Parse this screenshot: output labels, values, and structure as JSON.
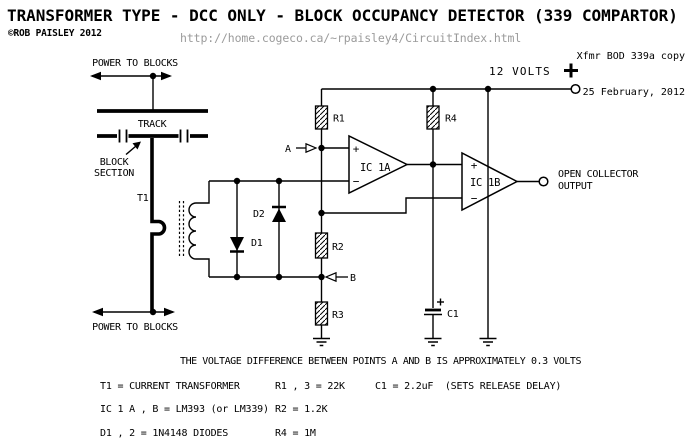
{
  "header": {
    "title": "TRANSFORMER TYPE - DCC ONLY - BLOCK OCCUPANCY DETECTOR (339 COMPARTOR)",
    "copyright": "©ROB PAISLEY 2012",
    "url": "http://home.cogeco.ca/~rpaisley4/CircuitIndex.html",
    "revision": "Xfmr BOD 339a copy",
    "date": "25 February, 2012"
  },
  "schematic": {
    "labels": {
      "power_top": "POWER TO BLOCKS",
      "power_bottom": "POWER TO BLOCKS",
      "track": "TRACK",
      "block_section_line1": "BLOCK",
      "block_section_line2": "SECTION",
      "t1": "T1",
      "d1": "D1",
      "d2": "D2",
      "r1": "R1",
      "r2": "R2",
      "r3": "R3",
      "r4": "R4",
      "c1": "C1",
      "point_a": "A",
      "point_b": "B",
      "supply": "12 VOLTS",
      "ic1a": "IC 1A",
      "ic1b": "IC 1B",
      "plus": "+",
      "minus": "−",
      "output_line1": "OPEN COLLECTOR",
      "output_line2": "OUTPUT"
    },
    "note": "THE VOLTAGE DIFFERENCE BETWEEN POINTS A AND B IS APPROXIMATELY 0.3 VOLTS"
  },
  "parts_list": {
    "col1": [
      "T1 = CURRENT TRANSFORMER",
      "IC 1 A , B = LM393 (or LM339)",
      "D1 , 2 = 1N4148 DIODES"
    ],
    "col2": [
      "R1 , 3 = 22K",
      "R2 = 1.2K",
      "R4 = 1M"
    ],
    "col3": [
      "C1 = 2.2uF  (SETS RELEASE DELAY)"
    ]
  },
  "colors": {
    "ink": "#000000",
    "background": "#ffffff",
    "url_gray": "#9b9b9b"
  }
}
